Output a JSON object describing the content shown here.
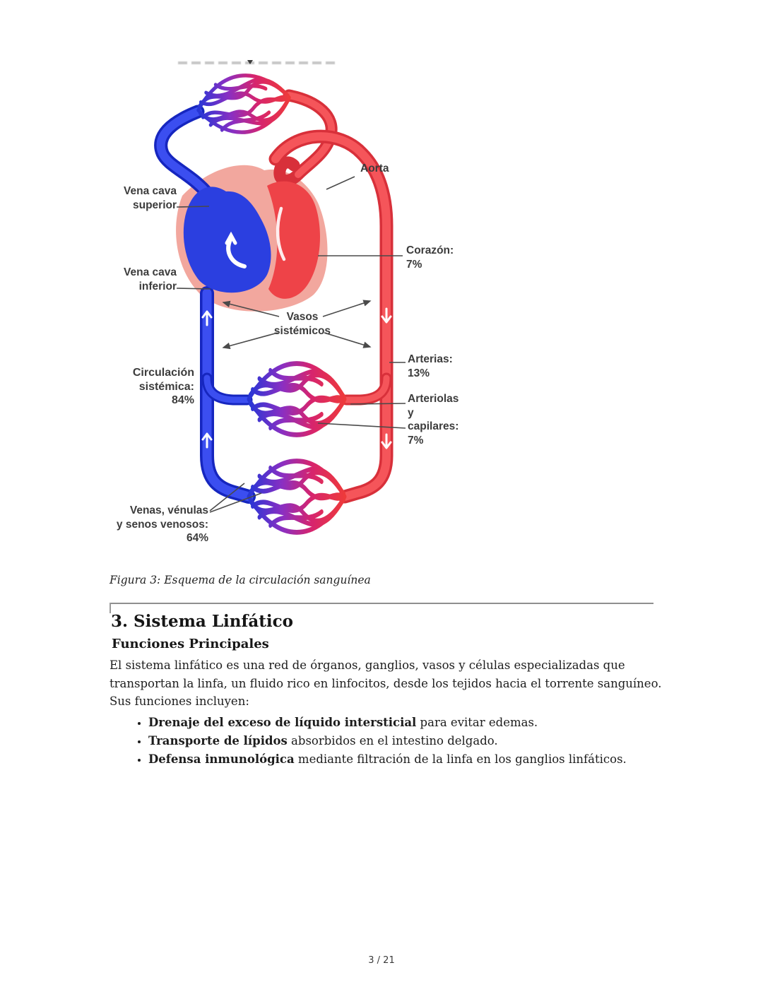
{
  "page": {
    "footer": "3 / 21"
  },
  "figure": {
    "caption": "Figura 3: Esquema de la circulación sanguínea",
    "labels": {
      "aorta": "Aorta",
      "vena_cava_superior": "Vena cava\nsuperior",
      "corazon": "Corazón:\n7%",
      "vena_cava_inferior": "Vena cava\ninferior",
      "vasos_sistemicos": "Vasos\nsistémicos",
      "circulacion_sistemica": "Circulación\nsistémica:\n84%",
      "arterias": "Arterias:\n13%",
      "arteriolas_capilares": "Arteriolas\ny\ncapilares:\n7%",
      "venas_venulas": "Venas, vénulas\ny senos venosos:\n64%"
    },
    "colors": {
      "vein_blue": "#2b3fe0",
      "vein_blue_dark": "#1626bf",
      "artery_red": "#ee4348",
      "artery_red_dark": "#d8303a",
      "heart_pink": "#f2a79e",
      "mesh_purple": "#8a2fc2",
      "mesh_crimson": "#d6246e",
      "label_gray": "#3c3c3c"
    }
  },
  "section": {
    "heading": "3. Sistema Linfático",
    "subheading": "Funciones Principales",
    "paragraph": "El sistema linfático es una red de órganos, ganglios, vasos y células especializadas que transportan la linfa, un fluido rico en linfocitos, desde los tejidos hacia el torrente sanguíneo. Sus funciones incluyen:",
    "bullets": [
      {
        "bold": "Drenaje del exceso de líquido intersticial",
        "rest": " para evitar edemas."
      },
      {
        "bold": "Transporte de lípidos",
        "rest": " absorbidos en el intestino delgado."
      },
      {
        "bold": "Defensa inmunológica",
        "rest": " mediante filtración de la linfa en los ganglios linfáticos."
      }
    ]
  }
}
